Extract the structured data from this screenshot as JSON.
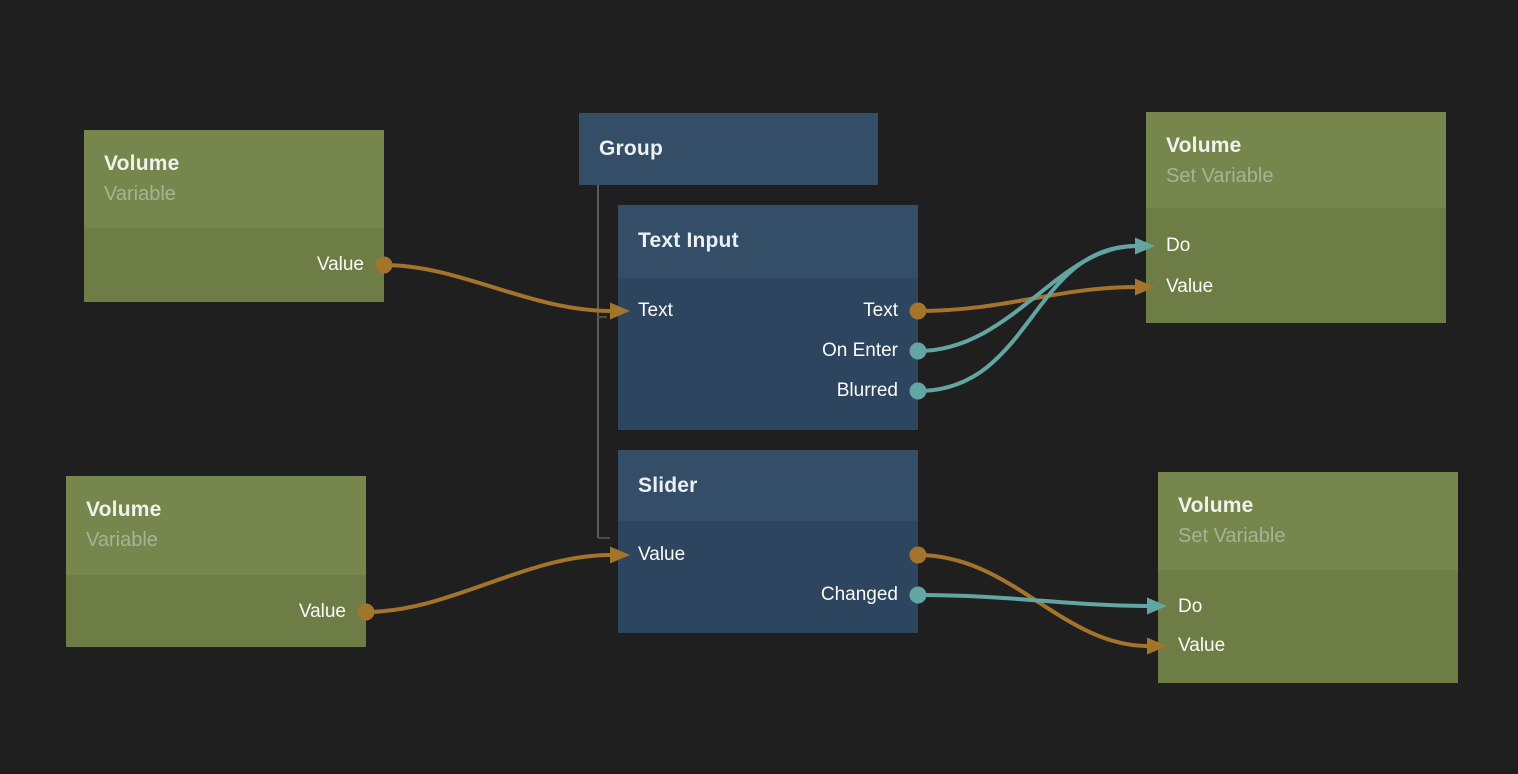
{
  "app": {
    "view": "node-graph-canvas"
  },
  "colors": {
    "background": "#201F1F",
    "node_green_header": "#76864D",
    "node_green_body": "#6E7C46",
    "node_blue_header": "#344E68",
    "node_blue_body": "#2E4560",
    "title_text": "#F0F2EC",
    "subtitle_text": "#A9B394",
    "port_label_text": "#FBFBF8",
    "wire_value": "#A3742B",
    "wire_signal": "#63A5A3",
    "group_line": "#5B5B5B",
    "group_line_elbow": "#4F4B41"
  },
  "nodes": {
    "volume_variable_top": {
      "title": "Volume",
      "subtitle": "Variable",
      "outputs": [
        {
          "label": "Value"
        }
      ]
    },
    "volume_variable_bottom": {
      "title": "Volume",
      "subtitle": "Variable",
      "outputs": [
        {
          "label": "Value"
        }
      ]
    },
    "group": {
      "title": "Group",
      "children": [
        "text_input",
        "slider"
      ]
    },
    "text_input": {
      "title": "Text Input",
      "inputs": [
        {
          "label": "Text"
        }
      ],
      "outputs": [
        {
          "label": "Text"
        },
        {
          "label": "On Enter"
        },
        {
          "label": "Blurred"
        }
      ]
    },
    "slider": {
      "title": "Slider",
      "inputs": [
        {
          "label": "Value"
        }
      ],
      "outputs": [
        {
          "label": "Changed"
        }
      ]
    },
    "volume_set_variable_top": {
      "title": "Volume",
      "subtitle": "Set Variable",
      "inputs": [
        {
          "label": "Do"
        },
        {
          "label": "Value"
        }
      ]
    },
    "volume_set_variable_bottom": {
      "title": "Volume",
      "subtitle": "Set Variable",
      "inputs": [
        {
          "label": "Do"
        },
        {
          "label": "Value"
        }
      ]
    }
  },
  "connections": [
    {
      "from": "volume_variable_top.value",
      "to": "text_input.text",
      "type": "value"
    },
    {
      "from": "text_input.text",
      "to": "volume_set_variable_top.value",
      "type": "value"
    },
    {
      "from": "text_input.on_enter",
      "to": "volume_set_variable_top.do",
      "type": "signal"
    },
    {
      "from": "text_input.blurred",
      "to": "volume_set_variable_top.do",
      "type": "signal"
    },
    {
      "from": "volume_variable_bottom.value",
      "to": "slider.value",
      "type": "value"
    },
    {
      "from": "slider.value",
      "to": "volume_set_variable_bottom.value",
      "type": "value"
    },
    {
      "from": "slider.changed",
      "to": "volume_set_variable_bottom.do",
      "type": "signal"
    }
  ]
}
